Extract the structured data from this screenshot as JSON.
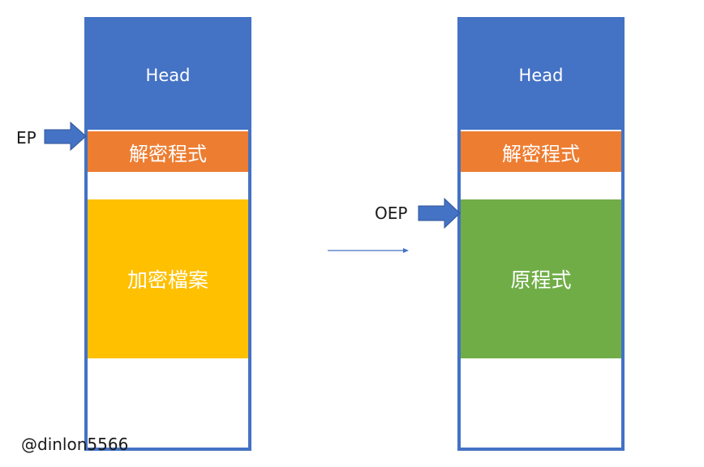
{
  "left_column": {
    "head": "Head",
    "decrypt_stub": "解密程式",
    "encrypted_file": "加密檔案"
  },
  "right_column": {
    "head": "Head",
    "decrypt_stub": "解密程式",
    "original_program": "原程式"
  },
  "pointers": {
    "ep": "EP",
    "oep": "OEP"
  },
  "watermark": "@dinlon5566",
  "colors": {
    "blue": "#4472C4",
    "orange": "#ED7D31",
    "yellow": "#FFC000",
    "green": "#70AD47"
  }
}
